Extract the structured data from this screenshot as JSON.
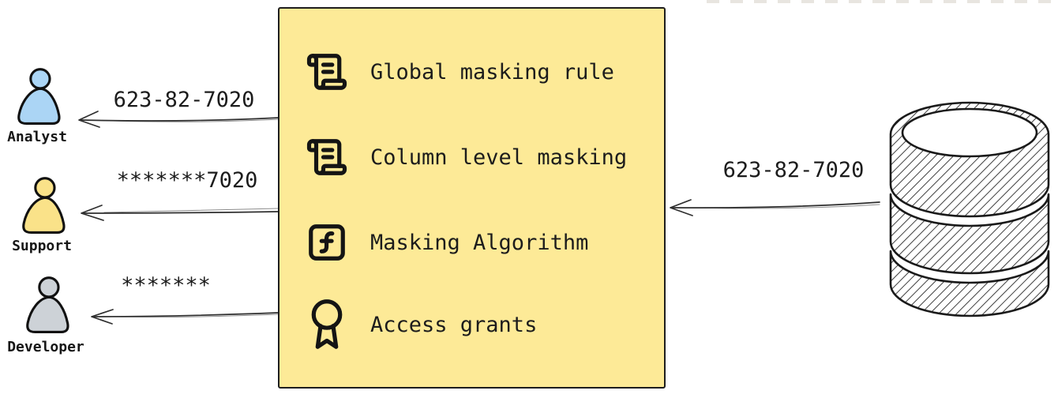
{
  "personas": [
    {
      "name": "Analyst",
      "received_value": "623-82-7020",
      "fill": "#abd5f5"
    },
    {
      "name": "Support",
      "received_value": "*******7020",
      "fill": "#fae289"
    },
    {
      "name": "Developer",
      "received_value": "*******",
      "fill": "#cdd2d7"
    }
  ],
  "masking_box": {
    "fill": "#fdea97",
    "border_color": "#1e1e1e",
    "items": [
      {
        "icon": "scroll-icon",
        "label": "Global masking rule"
      },
      {
        "icon": "scroll-icon",
        "label": "Column level masking"
      },
      {
        "icon": "function-icon",
        "label": "Masking Algorithm"
      },
      {
        "icon": "award-icon",
        "label": "Access grants"
      }
    ]
  },
  "database": {
    "icon": "database-icon",
    "outgoing_value": "623-82-7020"
  },
  "style": {
    "arrow_color": "#2e2e2e",
    "text_color": "#1c1c1c"
  }
}
